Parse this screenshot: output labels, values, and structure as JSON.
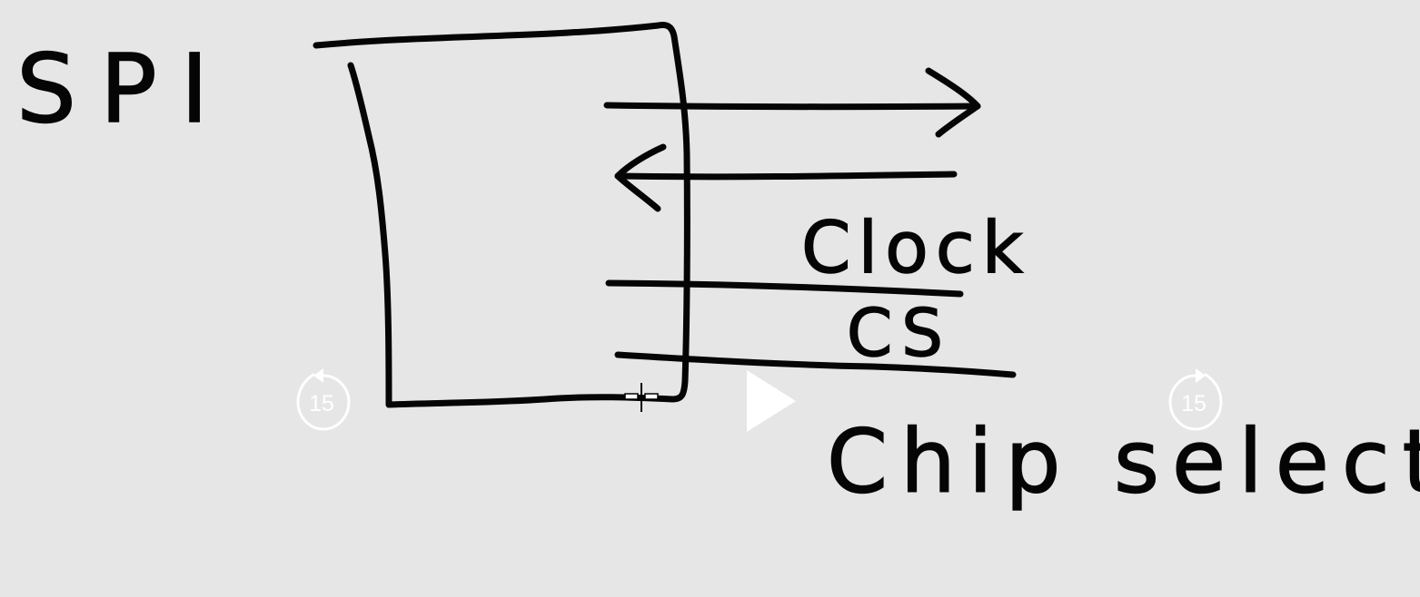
{
  "player": {
    "skip_back_seconds": "15",
    "skip_forward_seconds": "15",
    "play_icon": "play-icon",
    "skip_back_icon": "rotate-left-icon",
    "skip_forward_icon": "rotate-right-icon",
    "cursor_icon": "column-resize-cursor-icon",
    "overlay_color": "#ffffff"
  },
  "drawing": {
    "title": "SPI",
    "label_clock": "Clock",
    "label_cs": "CS",
    "label_chip_select": "Chip select",
    "ink_color": "#050505",
    "background_color": "#e6e6e6"
  }
}
